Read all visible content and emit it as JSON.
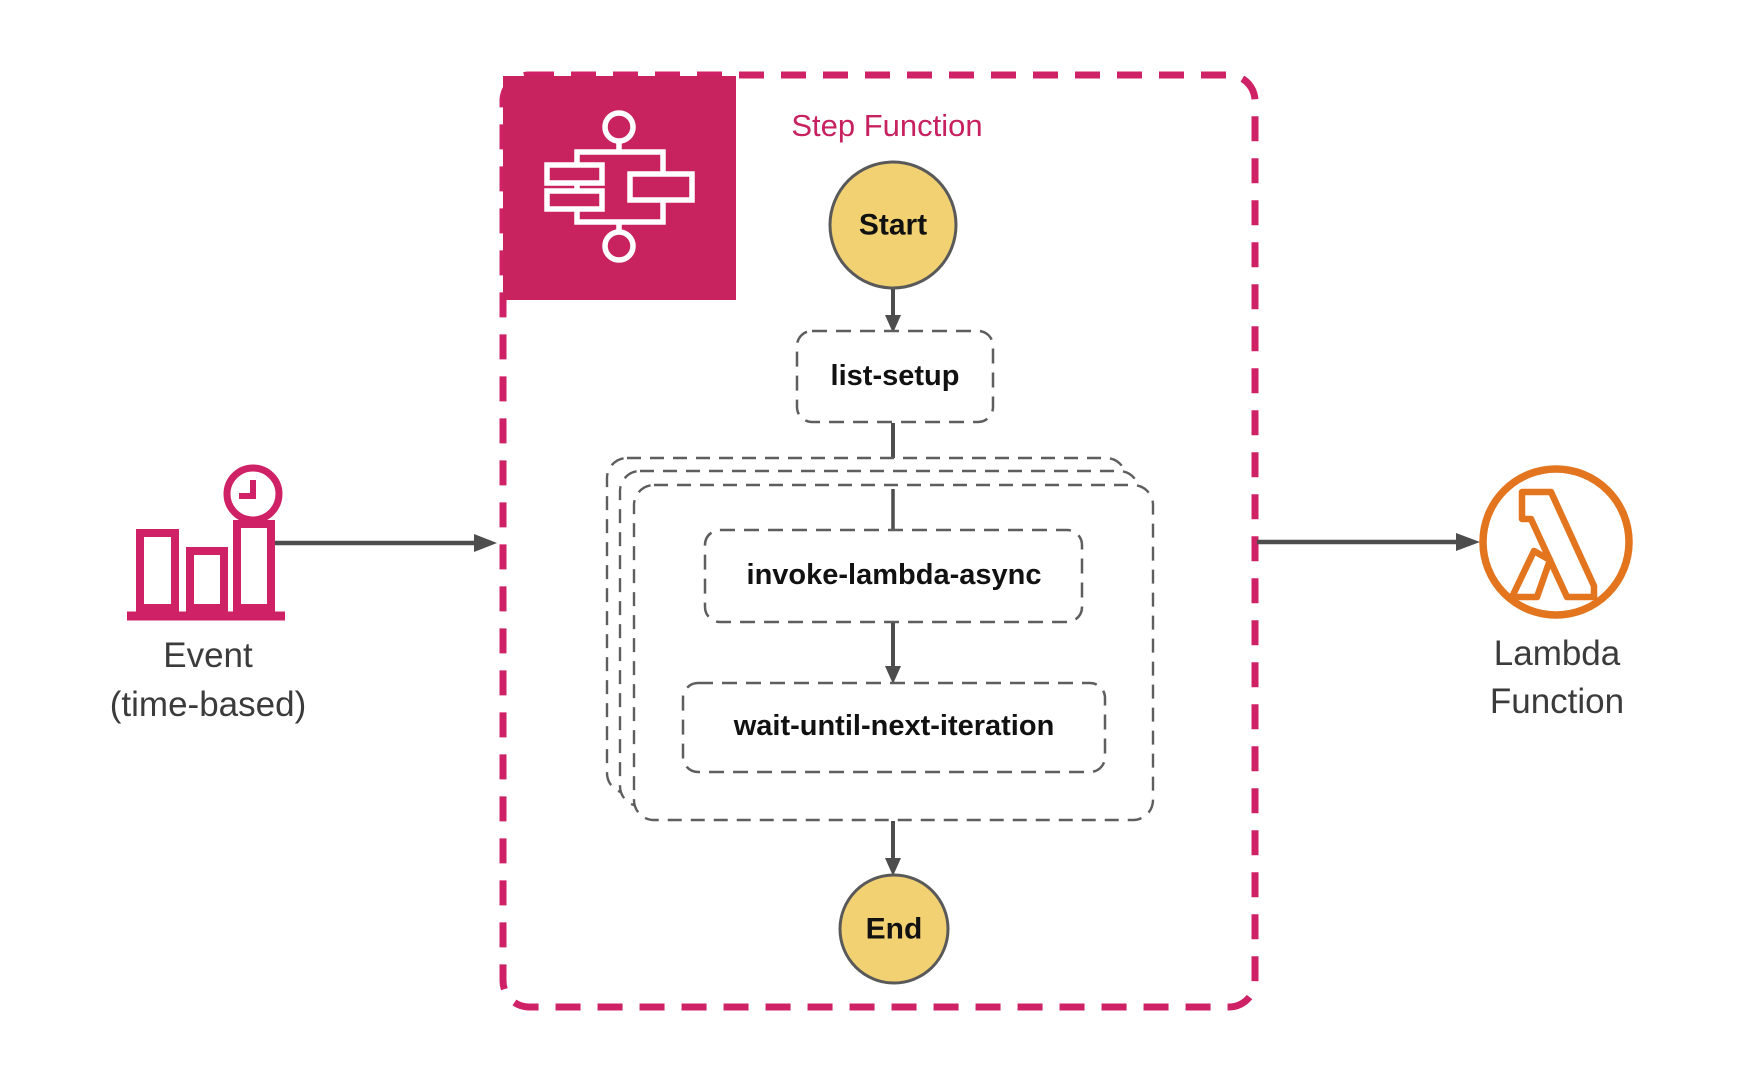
{
  "colors": {
    "pink_border": "#CE2166",
    "pink_fill": "#C8235F",
    "title_pink": "#C7215F",
    "node_yellow": "#F2D173",
    "node_yellow_border": "#595959",
    "lambda_orange": "#E2751E",
    "arrow_gray": "#4D4D4D",
    "dashed_box_gray": "#5E5E5E",
    "caption_gray": "#3B3B3B"
  },
  "event_source": {
    "icon": "time-based-event-icon",
    "label_line1": "Event",
    "label_line2": "(time-based)"
  },
  "step_function": {
    "icon": "step-functions-icon",
    "title": "Step Function",
    "start_label": "Start",
    "steps": [
      {
        "label": "list-setup"
      },
      {
        "label": "invoke-lambda-async"
      },
      {
        "label": "wait-until-next-iteration"
      }
    ],
    "end_label": "End"
  },
  "lambda_target": {
    "icon": "lambda-icon",
    "label_line1": "Lambda",
    "label_line2": "Function"
  }
}
